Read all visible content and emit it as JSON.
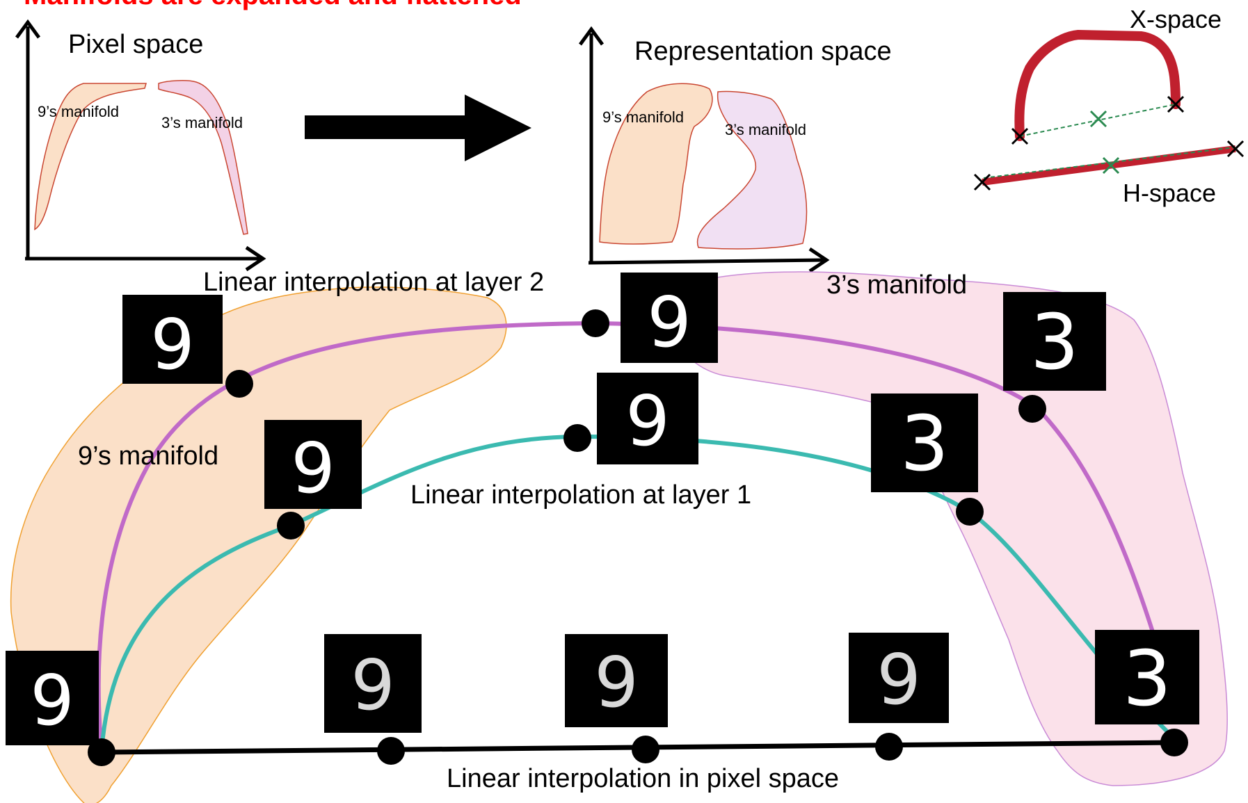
{
  "title": "Manifolds are expanded and flattened",
  "pixel_space": {
    "label": "Pixel space",
    "nine_manifold": "9’s manifold",
    "three_manifold": "3’s manifold"
  },
  "representation_space": {
    "label": "Representation space",
    "nine_manifold": "9’s manifold",
    "three_manifold": "3’s manifold"
  },
  "inset": {
    "x_space": "X-space",
    "h_space": "H-space"
  },
  "main": {
    "layer2_label": "Linear interpolation at layer 2",
    "layer1_label": "Linear interpolation at layer 1",
    "pixel_label": "Linear interpolation in pixel space",
    "nine_manifold": "9’s manifold",
    "three_manifold": "3’s manifold"
  },
  "digits": {
    "nine": "9",
    "three": "3"
  },
  "colors": {
    "title": "#ff0000",
    "layer2_curve": "#c06ac8",
    "layer1_curve": "#3bbab0",
    "pixel_line": "#000000",
    "nine_fill": "#fbe0c8",
    "nine_stroke": "#f0a030",
    "three_fill": "#fbe1ea",
    "three_stroke": "#c98ad6",
    "inset_curve": "#c0202e",
    "inset_cross": "#2a8a50"
  }
}
